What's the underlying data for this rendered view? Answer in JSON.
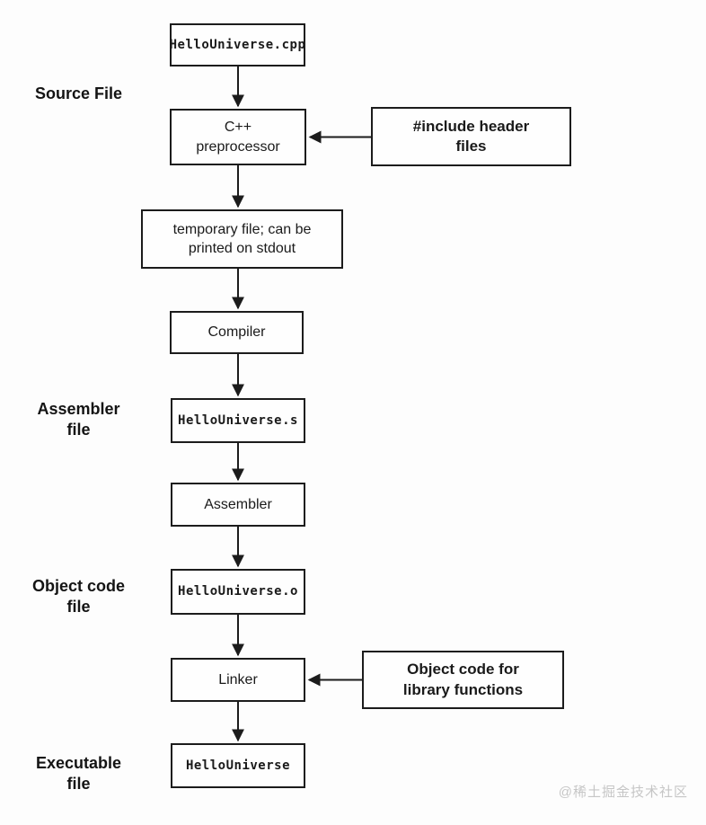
{
  "diagram": {
    "nodes": {
      "source_file": "HelloUniverse.cpp",
      "preprocessor": "C++\npreprocessor",
      "include_headers": "#include header\nfiles",
      "temp_file": "temporary file; can be\nprinted on stdout",
      "compiler": "Compiler",
      "assembly_file": "HelloUniverse.s",
      "assembler": "Assembler",
      "object_file": "HelloUniverse.o",
      "linker": "Linker",
      "library_objects": "Object code for\nlibrary functions",
      "executable": "HelloUniverse"
    },
    "side_labels": {
      "source": "Source File",
      "assembler": "Assembler\nfile",
      "object": "Object code\nfile",
      "executable": "Executable\nfile"
    },
    "colors": {
      "line": "#1c1c1c",
      "text": "#1a1a1a",
      "watermark": "#c6c6c6",
      "background": "#fdfdfd"
    },
    "watermark": "@稀土掘金技术社区"
  }
}
